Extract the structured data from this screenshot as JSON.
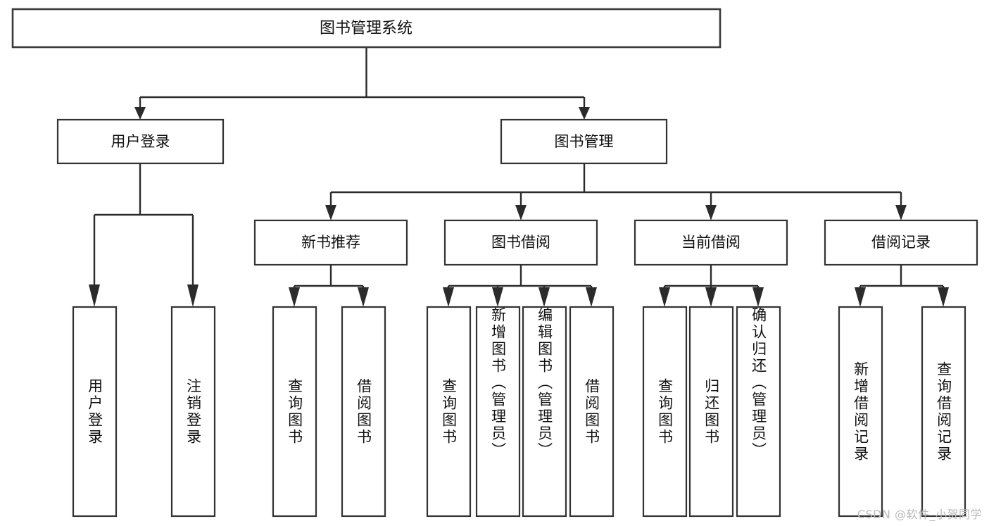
{
  "diagram": {
    "title": "图书管理系统",
    "type": "hierarchy-tree",
    "levels": 4,
    "colors": {
      "box_stroke": "#333333",
      "box_fill": "#ffffff",
      "connector": "#2b2b2b",
      "text": "#111111",
      "background": "#ffffff",
      "watermark": "#b9b9b9"
    },
    "root": {
      "label": "图书管理系统"
    },
    "level2": [
      {
        "id": "user-login",
        "label": "用户登录"
      },
      {
        "id": "book-management",
        "label": "图书管理"
      }
    ],
    "level3": [
      {
        "id": "new-book-recommend",
        "label": "新书推荐",
        "parent": "book-management"
      },
      {
        "id": "book-borrow",
        "label": "图书借阅",
        "parent": "book-management"
      },
      {
        "id": "current-borrow",
        "label": "当前借阅",
        "parent": "book-management"
      },
      {
        "id": "borrow-record",
        "label": "借阅记录",
        "parent": "book-management"
      }
    ],
    "leaves": {
      "user_login": [
        {
          "id": "leaf-user-login",
          "label": "用户登录"
        },
        {
          "id": "leaf-user-logout",
          "label": "注销登录"
        }
      ],
      "new_book_recommend": [
        {
          "id": "leaf-query-book-1",
          "label": "查询图书"
        },
        {
          "id": "leaf-borrow-book-1",
          "label": "借阅图书"
        }
      ],
      "book_borrow": [
        {
          "id": "leaf-query-book-2",
          "label": "查询图书"
        },
        {
          "id": "leaf-add-book",
          "label": "新增图书（管理员）"
        },
        {
          "id": "leaf-edit-book",
          "label": "编辑图书（管理员）"
        },
        {
          "id": "leaf-borrow-book-2",
          "label": "借阅图书"
        }
      ],
      "current_borrow": [
        {
          "id": "leaf-query-book-3",
          "label": "查询图书"
        },
        {
          "id": "leaf-return-book",
          "label": "归还图书"
        },
        {
          "id": "leaf-confirm-return",
          "label": "确认归还（管理员）"
        }
      ],
      "borrow_record": [
        {
          "id": "leaf-add-record",
          "label": "新增借阅记录"
        },
        {
          "id": "leaf-query-record",
          "label": "查询借阅记录"
        }
      ]
    }
  },
  "watermark": {
    "text": "CSDN @软件_小贺同学"
  }
}
